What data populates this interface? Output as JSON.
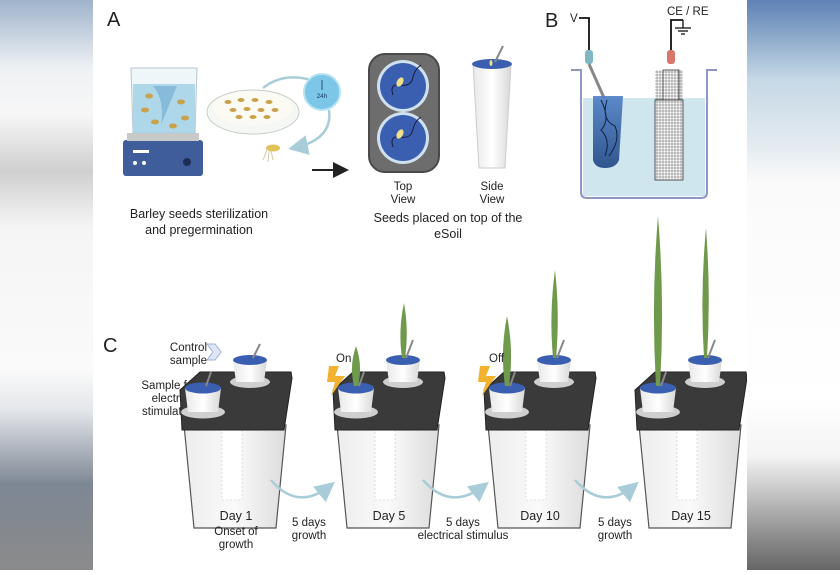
{
  "panels": {
    "a": {
      "letter": "A",
      "timer_label": "24h",
      "caption_line1": "Barley seeds sterilization",
      "caption_line2": "and pregermination",
      "top_view_line1": "Top",
      "top_view_line2": "View",
      "side_view_line1": "Side",
      "side_view_line2": "View",
      "seeds_caption_line1": "Seeds placed on top of the",
      "seeds_caption_line2": "eSoil"
    },
    "b": {
      "letter": "B",
      "working_electrode_label": "V",
      "counter_reference_label": "CE / RE"
    },
    "c": {
      "letter": "C",
      "control_line1": "Control",
      "control_line2": "sample",
      "stim_line1": "Sample for",
      "stim_line2": "electrical",
      "stim_line3": "stimulation",
      "on_label": "On",
      "off_label": "Off",
      "days": [
        {
          "label": "Day 1",
          "note_line1": "Onset of",
          "note_line2": "growth"
        },
        {
          "label": "Day 5"
        },
        {
          "label": "Day 10"
        },
        {
          "label": "Day 15"
        }
      ],
      "transitions": [
        {
          "line1": "5 days",
          "line2": "growth"
        },
        {
          "line1": "5 days",
          "line2": "electrical stimulus"
        },
        {
          "line1": "5 days",
          "line2": "growth"
        }
      ]
    }
  },
  "colors": {
    "soil_blue": "#3b5fb0",
    "water": "#cfe4ee",
    "tray": "#3a3a3a",
    "leaf": "#6f9a4c",
    "bolt": "#f2b230",
    "arrow": "#a9cdd8"
  }
}
